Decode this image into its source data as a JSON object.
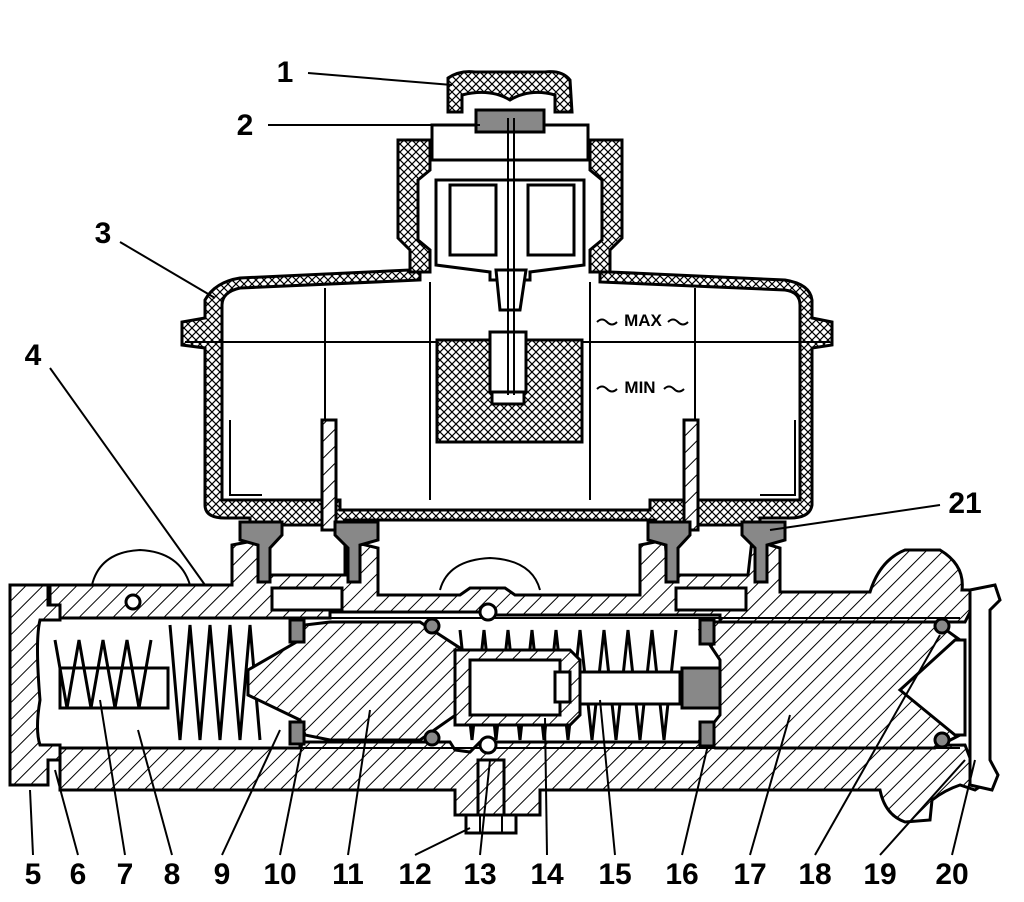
{
  "level_marks": {
    "max": "MAX",
    "min": "MIN"
  },
  "callouts": [
    {
      "id": "1",
      "label": "1"
    },
    {
      "id": "2",
      "label": "2"
    },
    {
      "id": "3",
      "label": "3"
    },
    {
      "id": "4",
      "label": "4"
    },
    {
      "id": "5",
      "label": "5"
    },
    {
      "id": "6",
      "label": "6"
    },
    {
      "id": "7",
      "label": "7"
    },
    {
      "id": "8",
      "label": "8"
    },
    {
      "id": "9",
      "label": "9"
    },
    {
      "id": "10",
      "label": "10"
    },
    {
      "id": "11",
      "label": "11"
    },
    {
      "id": "12",
      "label": "12"
    },
    {
      "id": "13",
      "label": "13"
    },
    {
      "id": "14",
      "label": "14"
    },
    {
      "id": "15",
      "label": "15"
    },
    {
      "id": "16",
      "label": "16"
    },
    {
      "id": "17",
      "label": "17"
    },
    {
      "id": "18",
      "label": "18"
    },
    {
      "id": "19",
      "label": "19"
    },
    {
      "id": "20",
      "label": "20"
    },
    {
      "id": "21",
      "label": "21"
    }
  ]
}
